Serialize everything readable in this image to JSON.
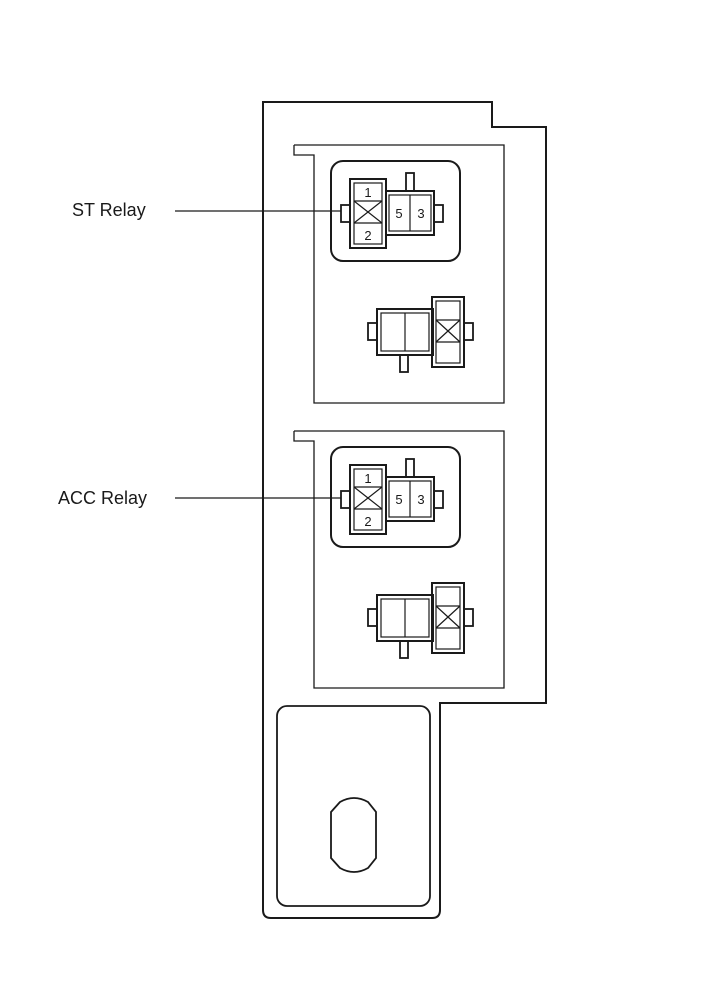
{
  "labels": {
    "st_relay": "ST Relay",
    "acc_relay": "ACC Relay"
  },
  "relays": [
    {
      "name": "ST Relay",
      "pins": {
        "pin1": "1",
        "pin2": "2",
        "pin5": "5",
        "pin3": "3"
      }
    },
    {
      "name": "ACC Relay",
      "pins": {
        "pin1": "1",
        "pin2": "2",
        "pin5": "5",
        "pin3": "3"
      }
    }
  ],
  "colors": {
    "line": "#1a1a1a",
    "background": "#ffffff"
  }
}
